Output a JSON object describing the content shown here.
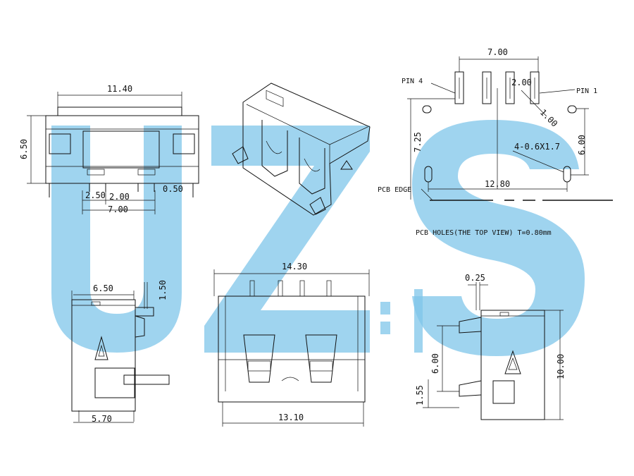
{
  "watermark": {
    "text": "UZS",
    "color": "#7fc6ea"
  },
  "front_view": {
    "width": "11.40",
    "height": "6.50",
    "dim_a": "2.50",
    "dim_b": "2.00",
    "dim_c": "0.50",
    "pitch_total": "7.00"
  },
  "pcb_layout": {
    "top_width": "7.00",
    "pin4": "PIN 4",
    "pin1": "PIN 1",
    "pin_pitch": "2.00",
    "pin_hole": "1.00",
    "height_left": "7.25",
    "height_right": "6.00",
    "slot_note": "4-0.6X1.7",
    "slot_span": "12.80",
    "pcb_edge": "PCB EDGE",
    "caption": "PCB HOLES(THE TOP VIEW) T=0.80mm"
  },
  "side_view": {
    "top_width": "6.50",
    "top_height": "1.50",
    "bottom_width": "5.70"
  },
  "bottom_view": {
    "top_width": "14.30",
    "bottom_width": "13.10"
  },
  "right_view": {
    "thickness": "0.25",
    "dim_6": "6.00",
    "dim_155": "1.55",
    "height": "10.00"
  }
}
